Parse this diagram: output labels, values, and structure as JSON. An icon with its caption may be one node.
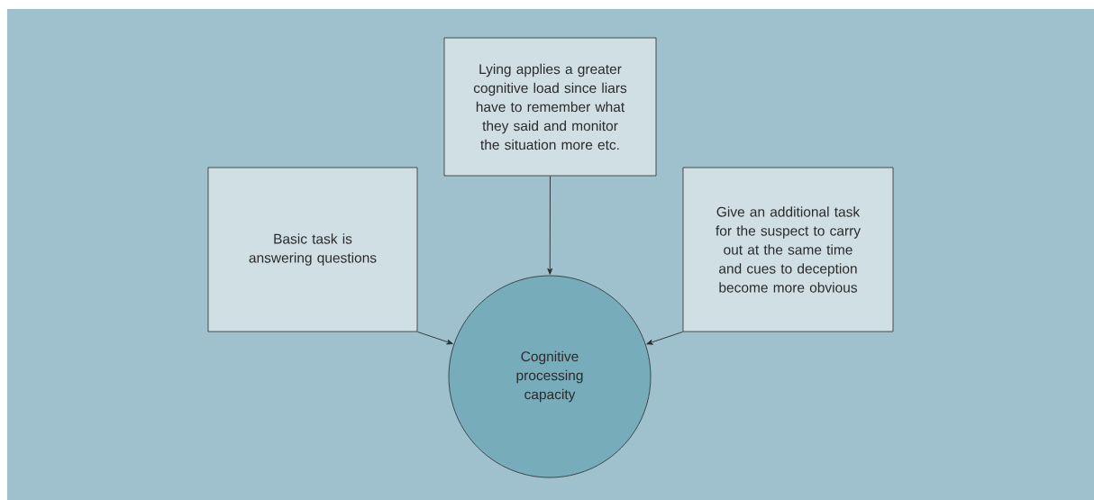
{
  "diagram": {
    "nodes": [
      {
        "text": [
          "Lying applies a greater cognitive load since liars have to remember what they said and monitor the situation more etc."
        ]
      },
      {
        "text": [
          "Basic task is answering questions"
        ]
      },
      {
        "text": [
          "Give an additional task for the suspect to carry out at the same time and cues to deception become more obvious"
        ]
      },
      {
        "text": [
          "Cognitive processing capacity"
        ]
      }
    ],
    "edges": [
      {
        "from": 0,
        "to": 3,
        "arrow": "to"
      },
      {
        "from": 1,
        "to": 3,
        "arrow": "to"
      },
      {
        "from": 2,
        "to": 3,
        "arrow": "to"
      }
    ]
  }
}
